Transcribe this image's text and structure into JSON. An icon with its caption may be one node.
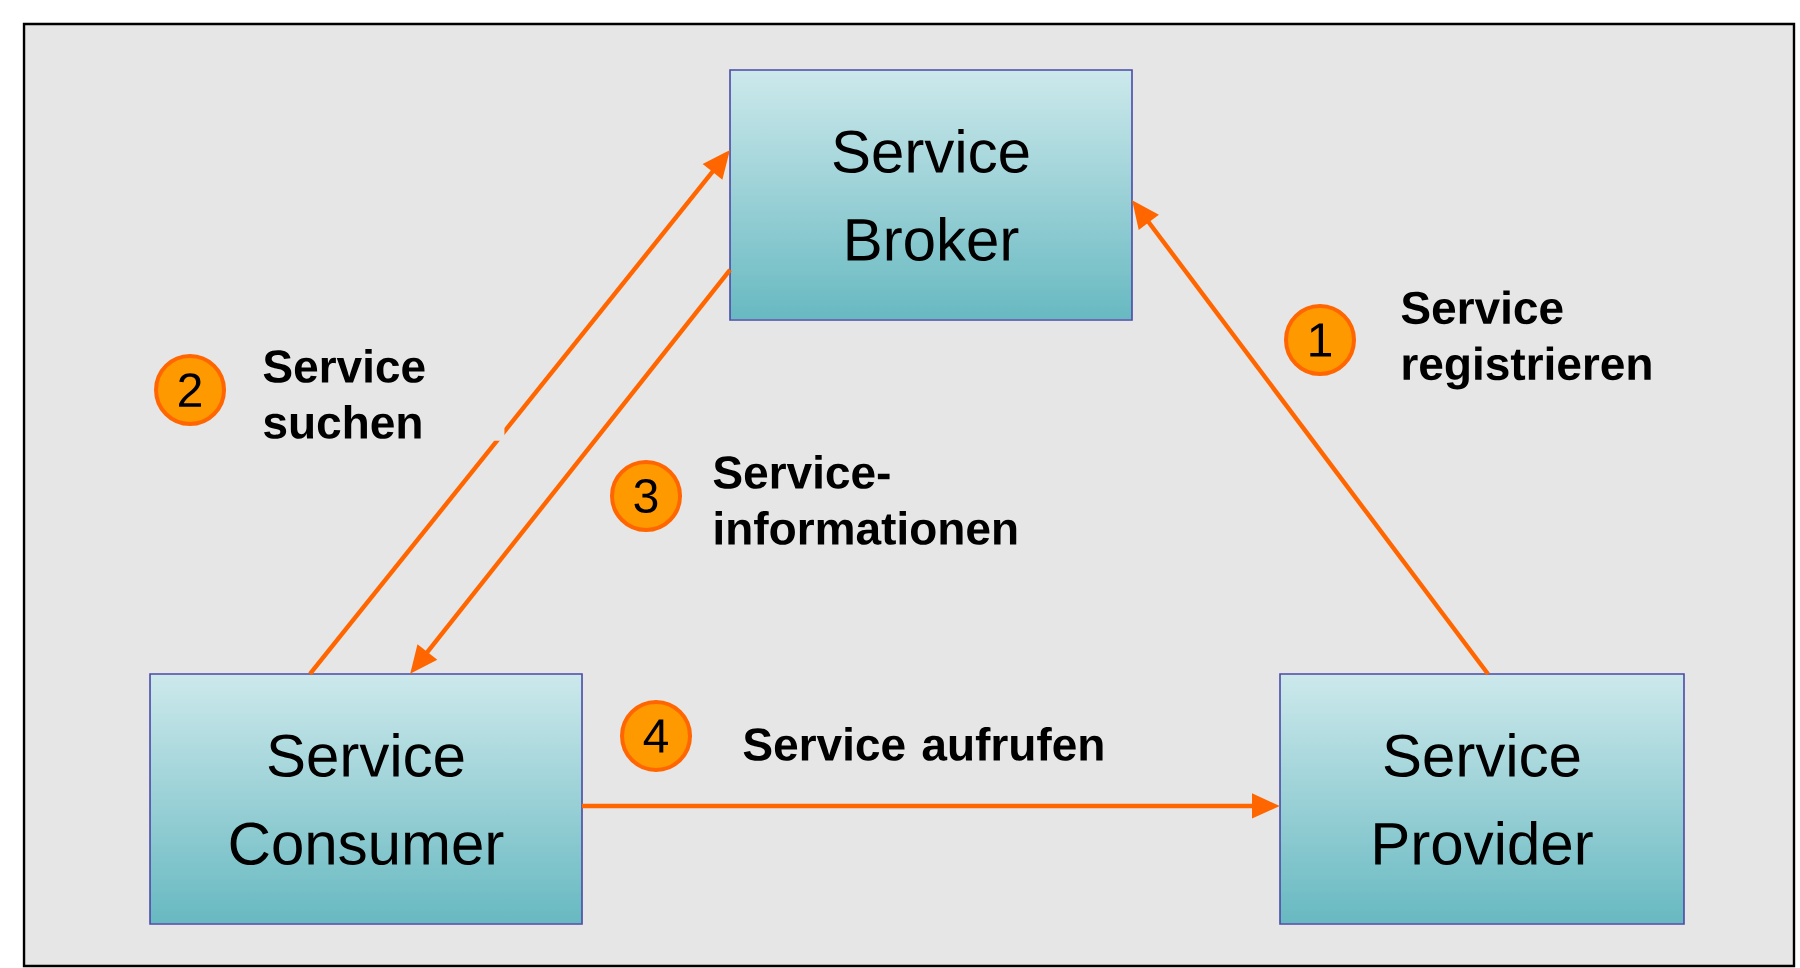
{
  "diagram": {
    "nodes": [
      {
        "text": [
          "Service Broker"
        ]
      },
      {
        "text": [
          "Service Consumer"
        ]
      },
      {
        "text": [
          "Service Provider"
        ]
      }
    ],
    "edges": [
      {
        "from": 2,
        "to": 0,
        "arrow": "to",
        "label": "Service registrieren"
      },
      {
        "from": 1,
        "to": 0,
        "arrow": "to",
        "label": "Service suchen"
      },
      {
        "from": 0,
        "to": 1,
        "arrow": "to",
        "label": "Service- informationen"
      },
      {
        "from": 1,
        "to": 2,
        "arrow": "to",
        "label": "Service aufrufen"
      }
    ],
    "labels": [
      "1",
      "2",
      "3",
      "4"
    ]
  }
}
